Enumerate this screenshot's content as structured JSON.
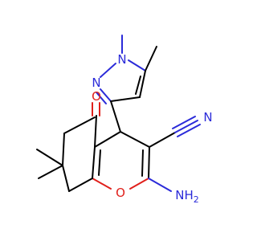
{
  "molecule": {
    "atoms": {
      "n_methyl": {
        "text": "N",
        "color": "#2b2bd9"
      },
      "n_ring": {
        "text": "N",
        "color": "#2b2bd9"
      },
      "nitrile_n": {
        "text": "N",
        "color": "#2b2bd9"
      },
      "carbonyl_o": {
        "text": "O",
        "color": "#e0201b"
      },
      "ring_o": {
        "text": "O",
        "color": "#e0201b"
      },
      "amino_nh": {
        "text": "NH",
        "color": "#2b2bd9"
      },
      "amino_sub": {
        "text": "2",
        "color": "#2b2bd9"
      }
    }
  },
  "colors": {
    "bond": "#000000",
    "nitrogen": "#2b2bd9",
    "oxygen": "#e0201b",
    "background": "#ffffff"
  }
}
